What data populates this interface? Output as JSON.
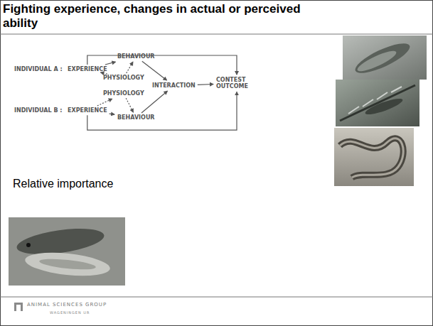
{
  "diagram": {
    "title": "Fighting experience, changes in actual or perceived ability",
    "nodes": [
      {
        "text": [
          "EXPERIENCE"
        ]
      },
      {
        "text": [
          "BEHAVIOUR"
        ]
      },
      {
        "text": [
          "PHYSIOLOGY"
        ]
      },
      {
        "text": [
          "PHYSIOLOGY"
        ]
      },
      {
        "text": [
          "INTERACTION"
        ]
      },
      {
        "text": [
          "CONTEST OUTCOME"
        ]
      },
      {
        "text": [
          "EXPERIENCE"
        ]
      },
      {
        "text": [
          "BEHAVIOUR"
        ]
      }
    ],
    "edges": [
      {
        "from": 0,
        "to": 1,
        "arrow": "to"
      },
      {
        "from": 0,
        "to": 2,
        "arrow": "to"
      },
      {
        "from": 2,
        "to": 1,
        "arrow": "to"
      },
      {
        "from": 1,
        "to": 4,
        "arrow": "to"
      },
      {
        "from": 6,
        "to": 7,
        "arrow": "to"
      },
      {
        "from": 6,
        "to": 3,
        "arrow": "to"
      },
      {
        "from": 3,
        "to": 7,
        "arrow": "to"
      },
      {
        "from": 7,
        "to": 4,
        "arrow": "to"
      },
      {
        "from": 4,
        "to": 5,
        "arrow": "to"
      },
      {
        "from": 0,
        "to": 5,
        "arrow": "to"
      },
      {
        "from": 6,
        "to": 5,
        "arrow": "to"
      }
    ],
    "labels": [
      "INDIVIDUAL A :",
      "INDIVIDUAL B :",
      "Relative importance",
      "ANIMAL SCIENCES GROUP",
      "WAGENINGEN UR"
    ]
  }
}
